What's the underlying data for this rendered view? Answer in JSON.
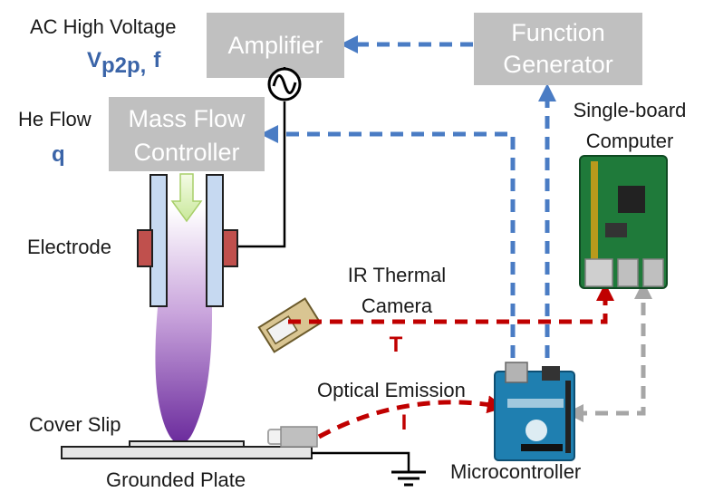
{
  "labels": {
    "ac_high_voltage": "AC High Voltage",
    "vp2p_v": "V",
    "vp2p_sub": "p2p,",
    "freq_f": "f",
    "he_flow": "He Flow",
    "flow_q": "q",
    "electrode": "Electrode",
    "ir_line1": "IR Thermal",
    "ir_line2": "Camera",
    "temp_t": "T",
    "optical_emission": "Optical Emission",
    "optical_i": "I",
    "cover_slip": "Cover Slip",
    "grounded_plate": "Grounded Plate",
    "microcontroller": "Microcontroller",
    "sbc_line1": "Single-board",
    "sbc_line2": "Computer"
  },
  "boxes": {
    "amplifier": "Amplifier",
    "fg_line1": "Function",
    "fg_line2": "Generator",
    "mfc_line1": "Mass Flow",
    "mfc_line2": "Controller"
  },
  "colors": {
    "box_fill": "#c0c0c0",
    "blue_link": "#4a7cc4",
    "red_link": "#c00000",
    "gray_link": "#a6a6a6",
    "tube_fill": "#c6d9f1",
    "electrode_fill": "#c0504d",
    "plasma_top": "#ffffff",
    "plasma_bottom": "#7030a0",
    "board_green": "#1f7a3a",
    "arduino_blue": "#1f7fb0"
  },
  "icons": {
    "ac_source": "ac-source-icon",
    "ground": "ground-icon",
    "flow_arrow": "flow-arrow-icon"
  }
}
